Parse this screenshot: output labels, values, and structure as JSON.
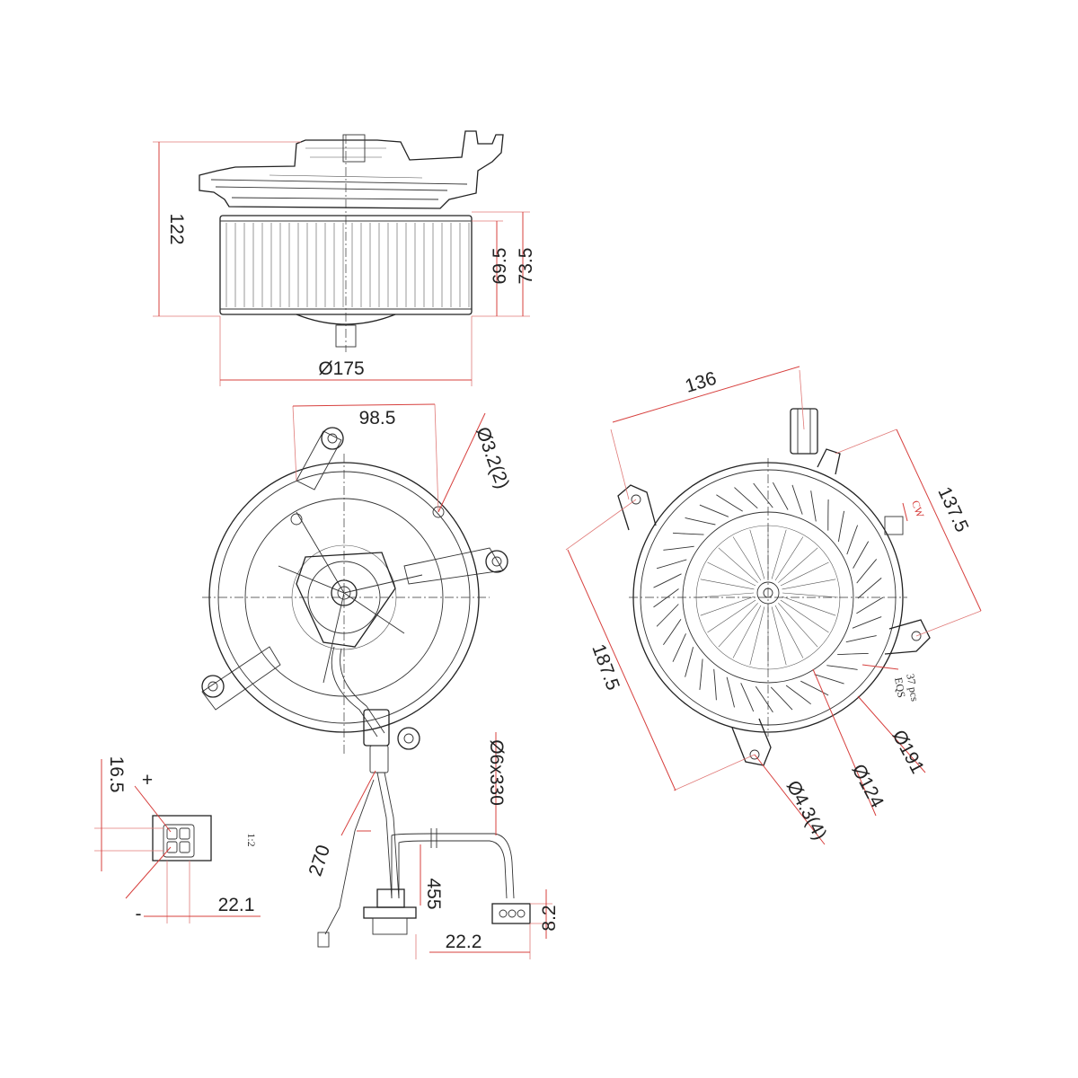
{
  "side_view": {
    "height_total": "122",
    "height_wheel_outer": "73.5",
    "height_wheel_inner": "69.5",
    "diameter_wheel": "Ø175"
  },
  "front_view": {
    "mount_spacing": "98.5",
    "hole_spec": "Ø3.2(2)"
  },
  "rear_view": {
    "mount_width": "136",
    "mount_span_right": "137.5",
    "mount_span_left": "187.5",
    "diameter_outer": "Ø191",
    "diameter_inner": "Ø124",
    "hole_spec": "Ø4.3(4)",
    "blade_count": "37 pcs",
    "blade_spacing": "EQS",
    "rotation_mark": "CW"
  },
  "connector_detail": {
    "height": "16.5",
    "width": "22.1",
    "polarity_plus": "+",
    "polarity_minus": "-",
    "scale": "1:2"
  },
  "wiring": {
    "cable_spec": "Ø6x330",
    "length_short": "270",
    "length_long": "455",
    "plug_offset": "22.2",
    "plug_height": "8.2"
  }
}
